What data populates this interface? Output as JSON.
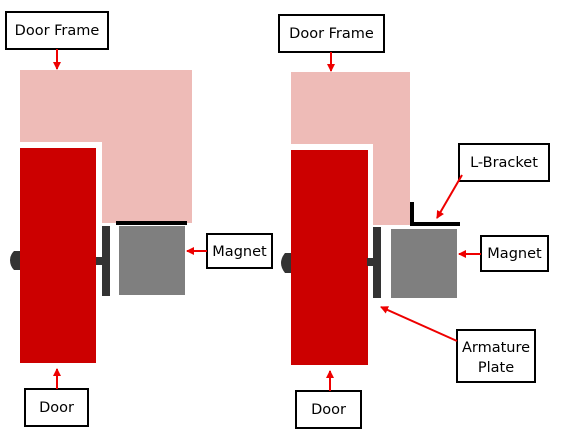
{
  "colors": {
    "door": "#cc0000",
    "frame": "#eebbb7",
    "magnet": "#7f7f7f",
    "armature": "#333333",
    "arrow": "#ee0000",
    "bracket": "#000000"
  },
  "left": {
    "labels": {
      "frame": "Door Frame",
      "magnet": "Magnet",
      "door": "Door"
    }
  },
  "right": {
    "labels": {
      "frame": "Door Frame",
      "bracket": "L-Bracket",
      "magnet": "Magnet",
      "armature_line1": "Armature",
      "armature_line2": "Plate",
      "door": "Door"
    }
  }
}
